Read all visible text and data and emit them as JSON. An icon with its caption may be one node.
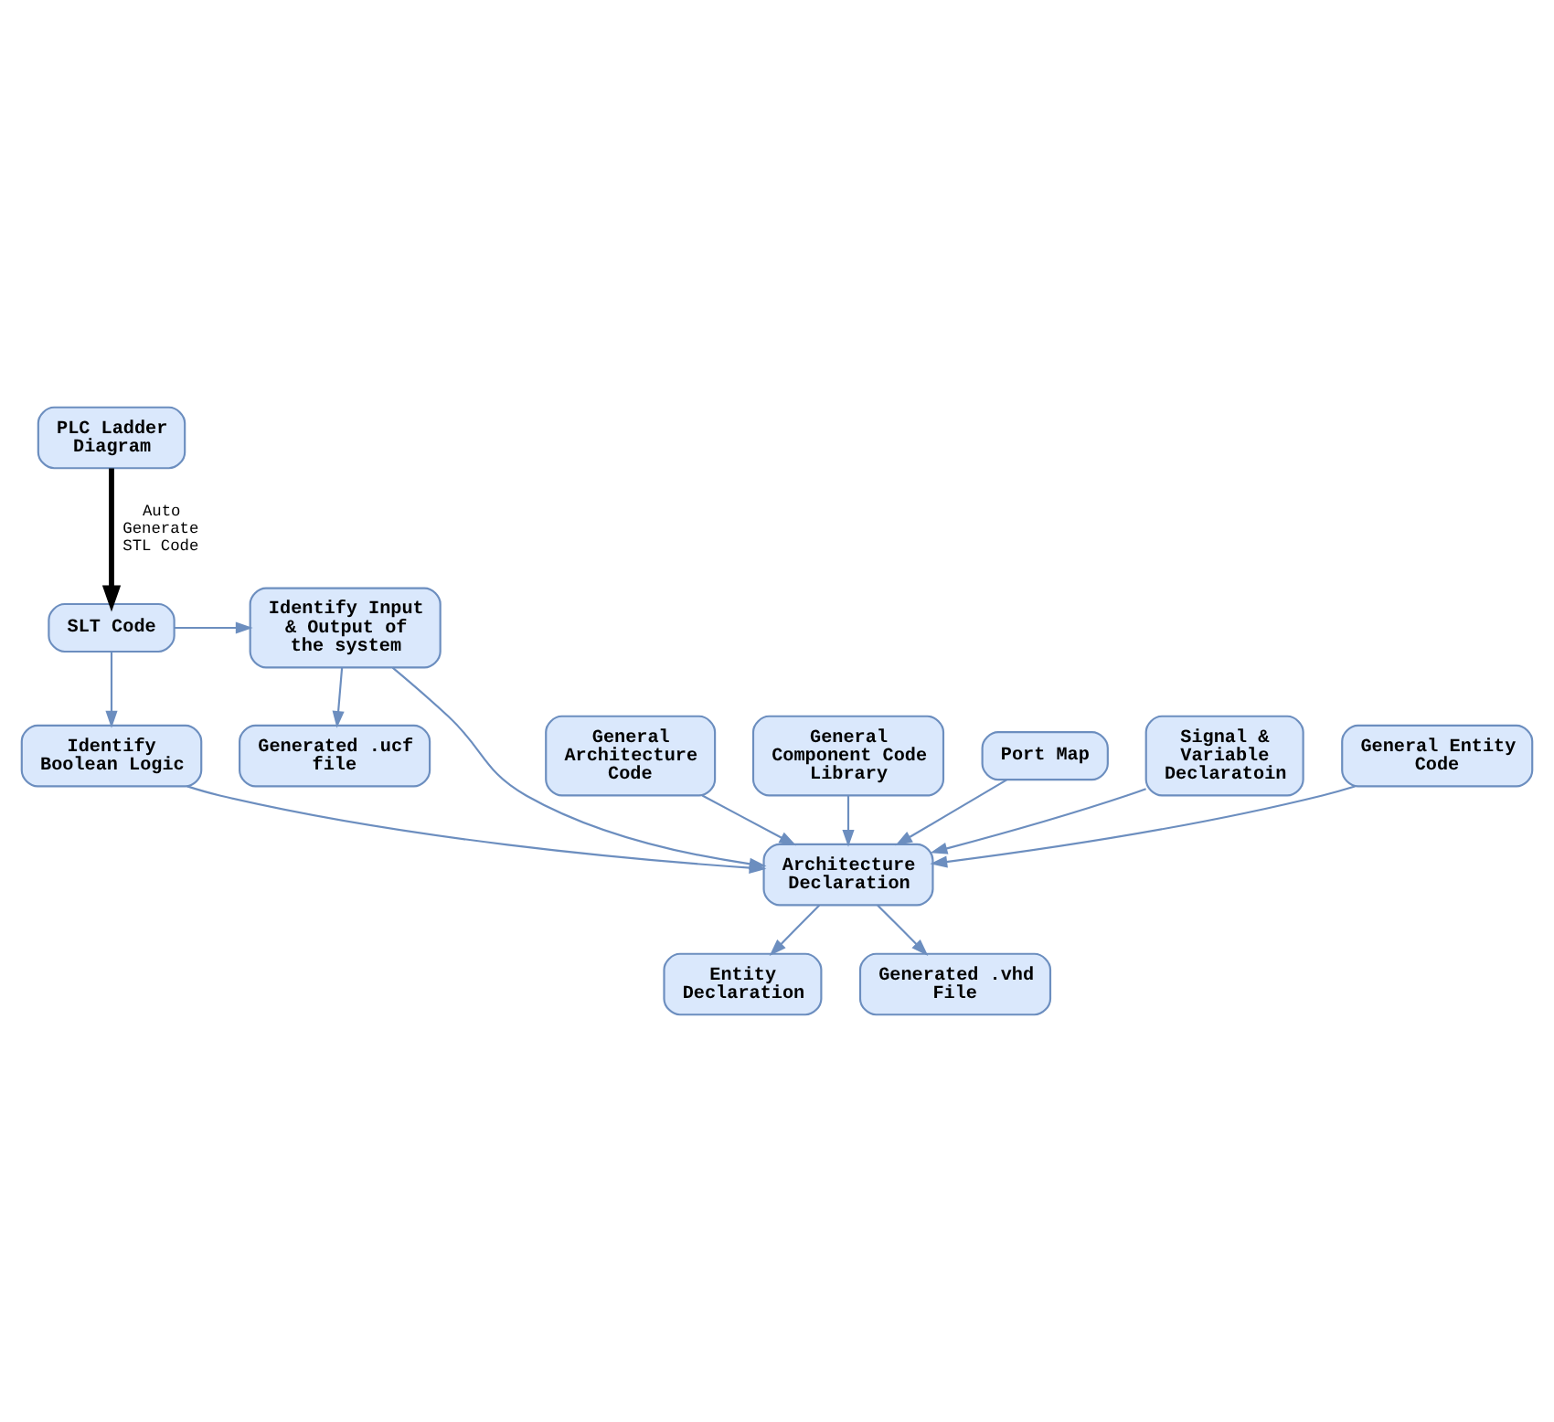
{
  "diagram": {
    "nodes": [
      {
        "text": [
          "PLC Ladder Diagram"
        ]
      },
      {
        "text": [
          "SLT Code"
        ]
      },
      {
        "text": [
          "Identify Input & Output of the system"
        ]
      },
      {
        "text": [
          "Identify Boolean Logic"
        ]
      },
      {
        "text": [
          "Generated .ucf file"
        ]
      },
      {
        "text": [
          "General Architecture Code"
        ]
      },
      {
        "text": [
          "General Component Code Library"
        ]
      },
      {
        "text": [
          "Port Map"
        ]
      },
      {
        "text": [
          "Signal & Variable Declaratoin"
        ]
      },
      {
        "text": [
          "Architecture Declaration"
        ]
      },
      {
        "text": [
          "General Entity Code"
        ]
      },
      {
        "text": [
          "Entity Declaration"
        ]
      },
      {
        "text": [
          "Generated .vhd File"
        ]
      }
    ],
    "edges": [
      {
        "from": 0,
        "to": 1,
        "arrow": "to",
        "label": "Auto Generate STL Code",
        "color": "#000000",
        "style": "thick"
      },
      {
        "from": 1,
        "to": 2,
        "arrow": "to"
      },
      {
        "from": 1,
        "to": 3,
        "arrow": "to"
      },
      {
        "from": 2,
        "to": 4,
        "arrow": "to"
      },
      {
        "from": 2,
        "to": 9,
        "arrow": "to"
      },
      {
        "from": 3,
        "to": 9,
        "arrow": "to"
      },
      {
        "from": 5,
        "to": 9,
        "arrow": "to"
      },
      {
        "from": 6,
        "to": 9,
        "arrow": "to"
      },
      {
        "from": 7,
        "to": 9,
        "arrow": "to"
      },
      {
        "from": 8,
        "to": 9,
        "arrow": "to"
      },
      {
        "from": 10,
        "to": 9,
        "arrow": "to"
      },
      {
        "from": 9,
        "to": 11,
        "arrow": "to"
      },
      {
        "from": 9,
        "to": 12,
        "arrow": "to"
      }
    ]
  }
}
